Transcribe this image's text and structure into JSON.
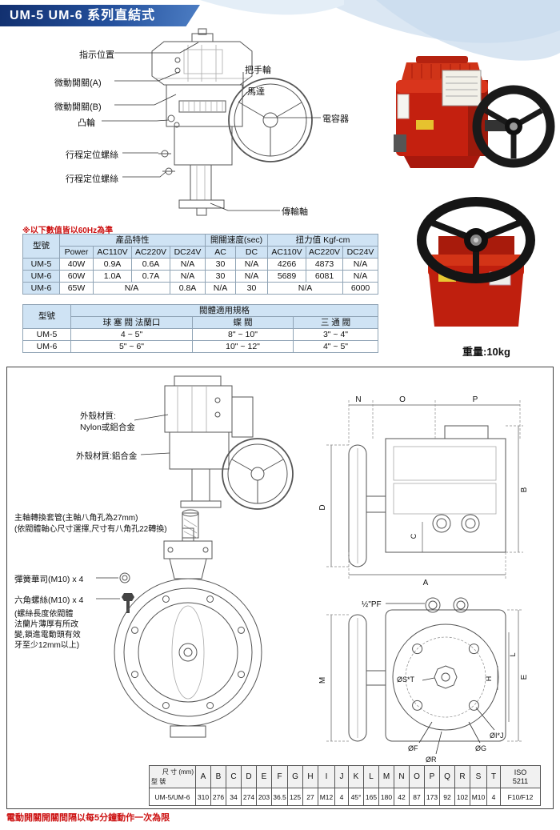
{
  "page_title": "UM-5 UM-6 系列直結式",
  "top_labels": {
    "indicator": "指示位置",
    "micro_switch_a": "微動開關(A)",
    "micro_switch_b": "微動開關(B)",
    "cam": "凸輪",
    "travel_screw_1": "行程定位螺絲",
    "travel_screw_2": "行程定位螺絲",
    "handwheel": "把手輪",
    "motor": "馬達",
    "capacitor": "電容器",
    "drive_shaft": "傳輸軸"
  },
  "note_60hz": "※以下數值皆以60Hz為準",
  "weight_label": "重量:10kg",
  "spec_table": {
    "model_header": "型號",
    "group_product": "產品特性",
    "group_speed": "開關速度(sec)",
    "group_torque": "扭力值 Kgf-cm",
    "sub_headers": [
      "Power",
      "AC110V",
      "AC220V",
      "DC24V",
      "AC",
      "DC",
      "AC110V",
      "AC220V",
      "DC24V"
    ],
    "rows": [
      {
        "model": "UM-5",
        "cells": [
          "40W",
          "0.9A",
          "0.6A",
          "N/A",
          "30",
          "N/A",
          "4266",
          "4873",
          "N/A"
        ]
      },
      {
        "model": "UM-6",
        "cells": [
          "60W",
          "1.0A",
          "0.7A",
          "N/A",
          "30",
          "N/A",
          "5689",
          "6081",
          "N/A"
        ]
      },
      {
        "model": "UM-6",
        "cells": [
          "65W",
          "N/A",
          "0.8A",
          "N/A",
          "30",
          "N/A",
          "6000"
        ]
      }
    ]
  },
  "valve_table": {
    "model_header": "型號",
    "group_header": "閥體適用規格",
    "sub_headers": [
      "球 塞 閥 法蘭口",
      "蝶  閥",
      "三 通 閥"
    ],
    "rows": [
      {
        "model": "UM-5",
        "cells": [
          "4 ~ 5\"",
          "8\" ~ 10\"",
          "3\" ~ 4\""
        ]
      },
      {
        "model": "UM-6",
        "cells": [
          "5\" ~ 6\"",
          "10\" ~ 12\"",
          "4\" ~ 5\""
        ]
      }
    ]
  },
  "bottom": {
    "housing_label_1a": "外殼材質:",
    "housing_label_1b": "Nylon或鋁合金",
    "housing_label_2": "外殼材質:鋁合金",
    "sleeve_label_1": "主軸轉換套管(主軸八角孔為27mm)",
    "sleeve_label_2": "(依閥體軸心尺寸選擇,尺寸有八角孔22轉換)",
    "washer_label": "彈簧華司(M10) x 4",
    "bolt_label": "六角螺絲(M10) x 4",
    "bolt_note_1": "(螺絲長度依閥體",
    "bolt_note_2": "法蘭片薄厚有所改",
    "bolt_note_3": "變,鎖進電動頭有效",
    "bolt_note_4": "牙至少12mm以上)",
    "dims": {
      "n": "N",
      "o": "O",
      "p": "P",
      "d": "D",
      "b": "B",
      "c": "C",
      "a": "A",
      "m": "M",
      "e": "E",
      "l": "L",
      "h": "H",
      "pf": "½\"PF",
      "st": "ØS*T",
      "f": "ØF",
      "r": "ØR",
      "g": "ØG",
      "ij": "ØI*J"
    }
  },
  "dim_table": {
    "corner_top": "尺 寸 (mm)",
    "corner_bottom": "型 號",
    "letters": [
      "A",
      "B",
      "C",
      "D",
      "E",
      "F",
      "G",
      "H",
      "I",
      "J",
      "K",
      "L",
      "M",
      "N",
      "O",
      "P",
      "Q",
      "R",
      "S",
      "T"
    ],
    "iso_header_1": "ISO",
    "iso_header_2": "5211",
    "row_label": "UM-5/UM-6",
    "values": [
      "310",
      "276",
      "34",
      "274",
      "203",
      "36.5",
      "125",
      "27",
      "M12",
      "4",
      "45°",
      "165",
      "180",
      "42",
      "87",
      "173",
      "92",
      "102",
      "M10",
      "4"
    ],
    "iso_value": "F10/F12"
  },
  "footer_note": "電動開關開關間隔以每5分鐘動作一次為限"
}
